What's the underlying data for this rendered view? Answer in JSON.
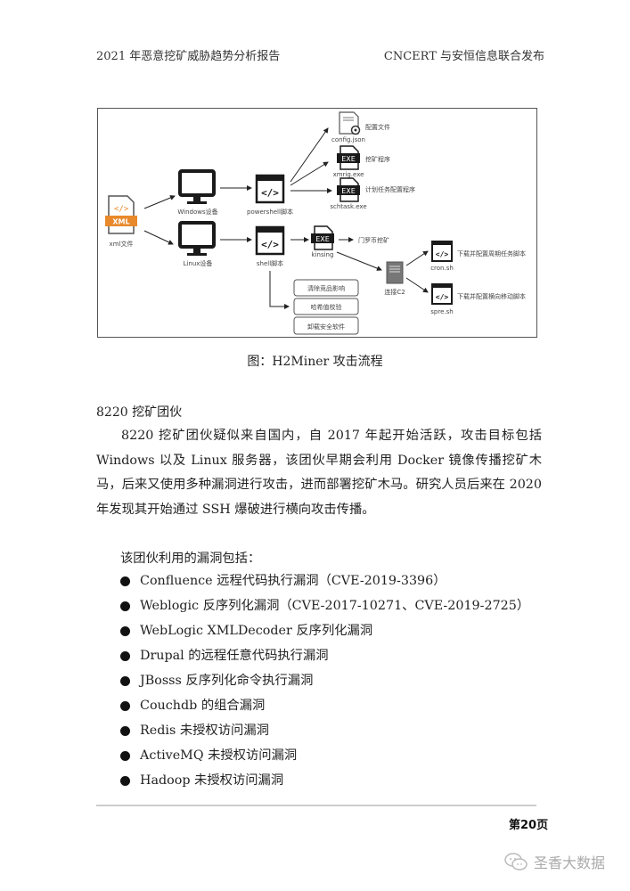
{
  "header": {
    "left": "2021 年恶意挖矿威胁趋势分析报告",
    "right": "CNCERT 与安恒信息联合发布"
  },
  "diagram": {
    "xml_file": "xml文件",
    "xml_badge": "XML",
    "windows_device": "Windows设备",
    "linux_device": "Linux设备",
    "powershell_script": "powershell脚本",
    "shell_script": "shell脚本",
    "config_json": "config.json",
    "config_desc": "配置文件",
    "xmrig_exe": "xmrig.exe",
    "xmrig_desc": "挖矿程序",
    "schtask_exe": "schtask.exe",
    "schtask_desc": "计划任务配置程序",
    "kinsing": "kinsing",
    "kinsing_desc": "门罗币挖矿",
    "exe_badge": "EXE",
    "c2": "连接C2",
    "cron_sh": "cron.sh",
    "cron_desc": "下载并配置周期任务脚本",
    "spre_sh": "spre.sh",
    "spre_desc": "下载并配置横向移动脚本",
    "actions": [
      "清除竞品影响",
      "哈希值校验",
      "卸载安全软件"
    ],
    "colors": {
      "orange": "#E8892B",
      "dark": "#1a1a1a",
      "gray": "#888888"
    }
  },
  "caption": "图：H2Miner 攻击流程",
  "section": {
    "title": "8220 挖矿团伙",
    "paragraph": "8220 挖矿团伙疑似来自国内，自 2017 年起开始活跃，攻击目标包括 Windows 以及 Linux 服务器，该团伙早期会利用 Docker 镜像传播挖矿木马，后来又使用多种漏洞进行攻击，进而部署挖矿木马。研究人员后来在 2020 年发现其开始通过 SSH 爆破进行横向攻击传播。",
    "intro": "该团伙利用的漏洞包括：",
    "vulnerabilities": [
      "Confluence 远程代码执行漏洞（CVE-2019-3396）",
      "Weblogic 反序列化漏洞（CVE-2017-10271、CVE-2019-2725）",
      "WebLogic XMLDecoder 反序列化漏洞",
      "Drupal 的远程任意代码执行漏洞",
      "JBosss 反序列化命令执行漏洞",
      "Couchdb 的组合漏洞",
      "Redis 未授权访问漏洞",
      "ActiveMQ 未授权访问漏洞",
      "Hadoop 未授权访问漏洞"
    ]
  },
  "footer": {
    "page_number": "第20页",
    "watermark": "圣香大数据"
  }
}
